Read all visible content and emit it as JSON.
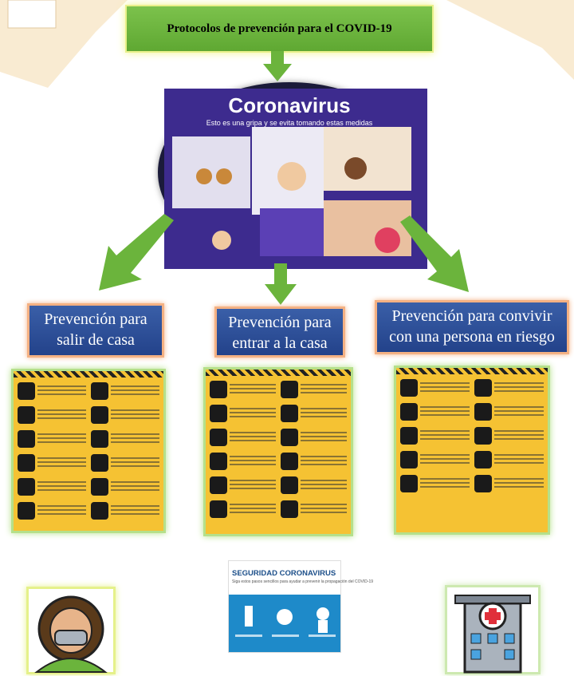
{
  "title": "Protocolos de prevención para el COVID-19",
  "center_image": {
    "heading": "Coronavirus",
    "subheading": "Esto es una gripa y se evita tomando estas medidas"
  },
  "branches": [
    {
      "label": "Prevención para salir de casa"
    },
    {
      "label": "Prevención para entrar a la casa"
    },
    {
      "label": "Prevención para convivir con una persona en riesgo"
    }
  ],
  "infographic": {
    "title": "SEGURIDAD CORONAVIRUS",
    "subtitle": "Siga estos pasos sencillos para ayudar a prevenir la propagación del COVID-19"
  },
  "icons": [
    "person-mask-icon",
    "hospital-icon",
    "coronavirus-infographic"
  ],
  "colors": {
    "green": "#6bb43c",
    "blue": "#2b4f96",
    "yellow": "#f5c233",
    "border_orange": "#f4b183"
  }
}
